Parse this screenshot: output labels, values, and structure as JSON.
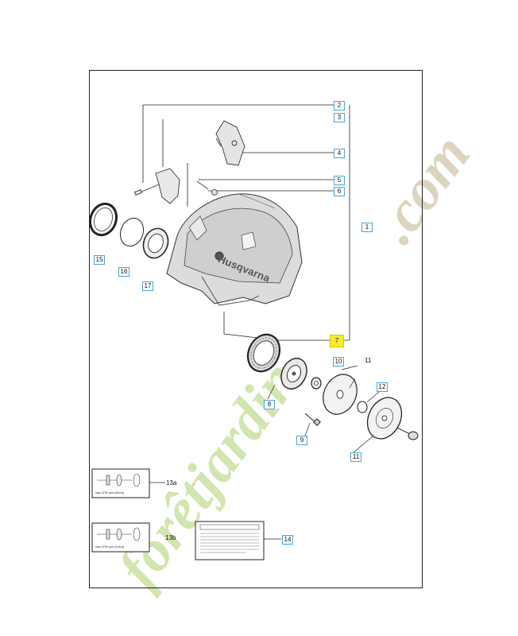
{
  "callouts": {
    "c1": "1",
    "c2": "2",
    "c3": "3",
    "c4": "4",
    "c5": "5",
    "c6": "6",
    "c7": "7",
    "c8": "8",
    "c9": "9",
    "c10": "10",
    "c11a": "11",
    "c11b": "11",
    "c12": "12",
    "c13a": "13a",
    "c13b": "13b",
    "c14": "14",
    "c15": "15",
    "c16": "16",
    "c17": "17"
  },
  "guard_logo": "Husqvarna",
  "decal_13a_text": "max 4700 rpm (40m/s)",
  "decal_13b_text": "max 4700 rpm (31m/s)",
  "watermark": {
    "text_main": "forêtjardin",
    "text_tld": ".com",
    "color": "#c9e2a0"
  }
}
